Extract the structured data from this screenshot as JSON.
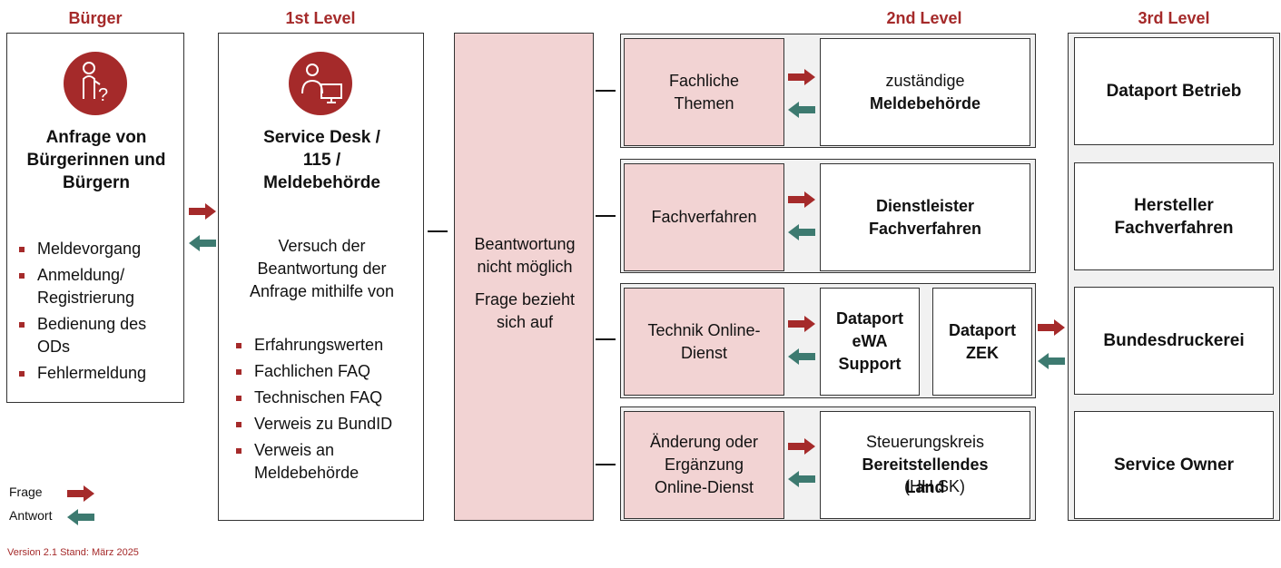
{
  "headers": {
    "buerger": "Bürger",
    "level1": "1st Level",
    "level2": "2nd Level",
    "level3": "3rd Level"
  },
  "buerger_box": {
    "title_lines": [
      "Anfrage von",
      "Bürgerinnen und",
      "Bürgern"
    ],
    "items": [
      "Meldevorgang",
      "Anmeldung/ Registrierung",
      "Bedienung des ODs",
      "Fehlermeldung"
    ]
  },
  "level1_box": {
    "title_lines": [
      "Service Desk /",
      "115 /",
      "Meldebehörde"
    ],
    "intro": "Versuch der Beantwortung der Anfrage mithilfe von",
    "items": [
      "Erfahrungswerten",
      "Fachlichen FAQ",
      "Technischen FAQ",
      "Verweis zu BundID",
      "Verweis an Meldebehörde"
    ]
  },
  "middle_box": {
    "line1": "Beantwortung nicht möglich",
    "line2": "Frage bezieht sich auf"
  },
  "level2_rows": [
    {
      "category": "Fachliche Themen",
      "target_regular": "zuständige",
      "target_bold": "Meldebehörde"
    },
    {
      "category": "Fachverfahren",
      "target_bold": "Dienstleister Fachverfahren"
    },
    {
      "category": "Technik Online-Dienst",
      "target_a": "Dataport eWA Support",
      "target_b": "Dataport ZEK"
    },
    {
      "category": "Änderung oder Ergänzung Online-Dienst",
      "target_regular": "Steuerungskreis",
      "target_bold": "Bereitstellendes Land",
      "target_suffix": " (HH SK)"
    }
  ],
  "level3_items": [
    "Dataport Betrieb",
    "Hersteller Fachverfahren",
    "Bundesdruckerei",
    "Service Owner"
  ],
  "legend": {
    "frage": "Frage",
    "antwort": "Antwort"
  },
  "footer": "Version 2.1 Stand: März 2025",
  "colors": {
    "accent": "#a52a2a",
    "pink": "#f2d3d3",
    "teal": "#3d7a70",
    "gray": "#f1f1f1"
  }
}
